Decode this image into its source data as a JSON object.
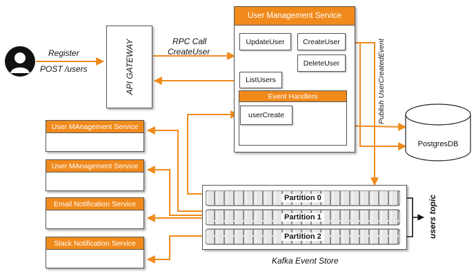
{
  "client": {
    "register_label": "Register",
    "post_label": "POST /users"
  },
  "gateway": {
    "label": "API GATEWAY"
  },
  "rpc": {
    "line1": "RPC Call",
    "line2": "CreateUser"
  },
  "user_service": {
    "title": "User Management Service",
    "buttons": {
      "update": "UpdateUser",
      "create": "CreateUser",
      "delete": "DeleteUser",
      "list": "ListUsers"
    },
    "event_handlers": {
      "title": "Event Handlers",
      "user_create": "userCreate"
    }
  },
  "publish_label": "Publish UserCreatedEvent",
  "db": {
    "label": "PostgresDB"
  },
  "kafka": {
    "store_label": "Kafka Event Store",
    "topic_label": "users topic",
    "partitions": [
      "Partition 0",
      "Partition 1",
      "Partition 2"
    ]
  },
  "consumers": [
    "User MAnagement Service",
    "User MAnagement Service",
    "Email Notification Service",
    "Slack Notification Service"
  ],
  "colors": {
    "accent": "#f08a1c",
    "border": "#555555"
  }
}
